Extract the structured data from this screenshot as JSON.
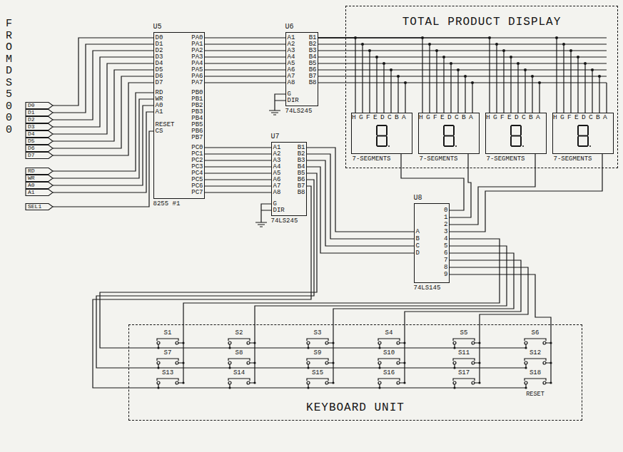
{
  "diagram": {
    "nodes": [
      {
        "text": [
          "U5",
          "D0",
          "D1",
          "D2",
          "D3",
          "D4",
          "D5",
          "D6",
          "D7",
          "RD",
          "WR",
          "A0",
          "A1",
          "RESET",
          "CS",
          "PA0",
          "PA1",
          "PA2",
          "PA3",
          "PA4",
          "PA5",
          "PA6",
          "PA7",
          "PB0",
          "PB1",
          "PB2",
          "PB3",
          "PB4",
          "PB5",
          "PB6",
          "PB7",
          "PC0",
          "PC1",
          "PC2",
          "PC3",
          "PC4",
          "PC5",
          "PC6",
          "PC7",
          "8255 #1"
        ]
      },
      {
        "text": [
          "U6",
          "A1",
          "A2",
          "A3",
          "A4",
          "A5",
          "A6",
          "A7",
          "A8",
          "B1",
          "B2",
          "B3",
          "B4",
          "B5",
          "B6",
          "B7",
          "B8",
          "G",
          "DIR",
          "74LS245"
        ]
      },
      {
        "text": [
          "U7",
          "A1",
          "A2",
          "A3",
          "A4",
          "A5",
          "A6",
          "A7",
          "A8",
          "B1",
          "B2",
          "B3",
          "B4",
          "B5",
          "B6",
          "B7",
          "B8",
          "G",
          "DIR",
          "74LS245"
        ]
      },
      {
        "text": [
          "TOTAL PRODUCT DISPLAY"
        ]
      },
      {
        "text": [
          "HGFEDCBA",
          "7-SEGMENTS"
        ],
        "in": 3
      },
      {
        "text": [
          "HGFEDCBA",
          "7-SEGMENTS"
        ],
        "in": 3
      },
      {
        "text": [
          "HGFEDCBA",
          "7-SEGMENTS"
        ],
        "in": 3
      },
      {
        "text": [
          "HGFEDCBA",
          "7-SEGMENTS"
        ],
        "in": 3
      },
      {
        "text": [
          "U8",
          "A",
          "B",
          "C",
          "D",
          "0",
          "1",
          "2",
          "3",
          "4",
          "5",
          "6",
          "7",
          "8",
          "9",
          "74LS145"
        ]
      },
      {
        "text": [
          "KEYBOARD UNIT"
        ]
      }
    ],
    "edges": [
      {
        "from": 0,
        "to": 1,
        "arrow": "none"
      },
      {
        "from": 0,
        "to": 2,
        "arrow": "none"
      },
      {
        "from": 1,
        "to": 4,
        "arrow": "none"
      },
      {
        "from": 1,
        "to": 5,
        "arrow": "none"
      },
      {
        "from": 1,
        "to": 6,
        "arrow": "none"
      },
      {
        "from": 1,
        "to": 7,
        "arrow": "none"
      },
      {
        "from": 2,
        "to": 8,
        "arrow": "none"
      },
      {
        "from": 2,
        "to": 9,
        "arrow": "none"
      },
      {
        "from": 8,
        "to": 4,
        "arrow": "none"
      },
      {
        "from": 8,
        "to": 5,
        "arrow": "none"
      },
      {
        "from": 8,
        "to": 6,
        "arrow": "none"
      },
      {
        "from": 8,
        "to": 7,
        "arrow": "none"
      },
      {
        "from": 8,
        "to": 9,
        "arrow": "none"
      }
    ],
    "labels": [
      "FROM DS5000",
      "D0",
      "D1",
      "D2",
      "D3",
      "D4",
      "D5",
      "D6",
      "D7",
      "RD",
      "WR",
      "A0",
      "A1",
      "SEL1",
      "S1",
      "S2",
      "S3",
      "S4",
      "S5",
      "S6",
      "S7",
      "S8",
      "S9",
      "S10",
      "S11",
      "S12",
      "S13",
      "S14",
      "S15",
      "S16",
      "S17",
      "S18",
      "RESET"
    ]
  }
}
